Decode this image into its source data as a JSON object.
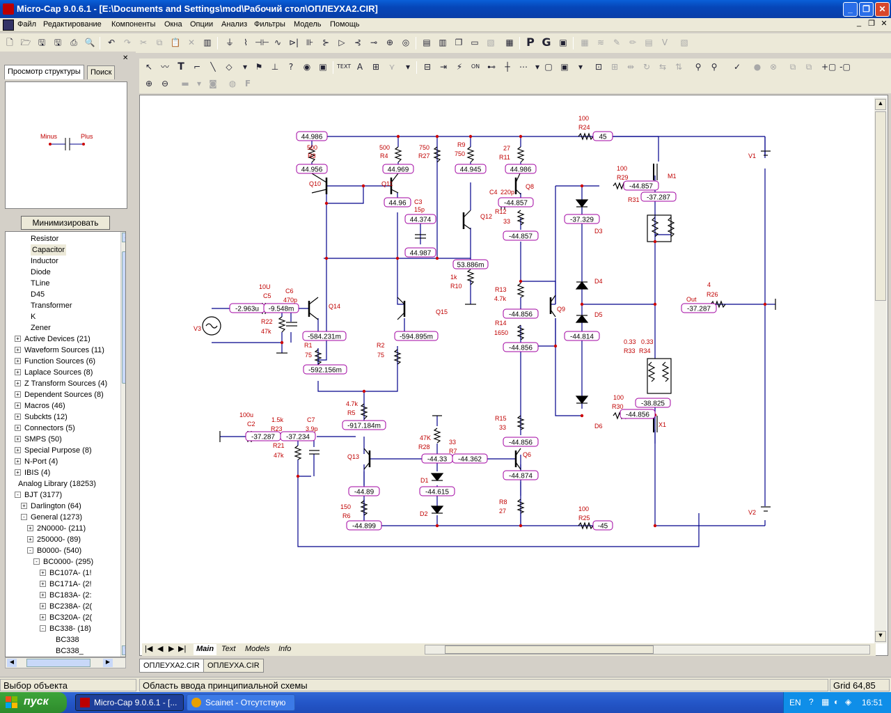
{
  "window": {
    "title": "Micro-Cap 9.0.6.1 - [E:\\Documents and Settings\\mod\\Рабочий стол\\ОПЛЕУХА2.CIR]",
    "min": "_",
    "max": "❐",
    "close": "✕"
  },
  "menu": [
    "Файл",
    "Редактирование",
    "Компоненты",
    "Окна",
    "Опции",
    "Анализ",
    "Фильтры",
    "Модель",
    "Помощь"
  ],
  "mdi": {
    "min": "_",
    "restore": "❐",
    "close": "✕"
  },
  "panel": {
    "tabs": [
      "Просмотр структуры",
      "Поиск"
    ],
    "close": "✕",
    "preview": {
      "minus": "Minus",
      "plus": "Plus"
    },
    "minimize_button": "Минимизировать"
  },
  "tree": [
    {
      "label": "Resistor",
      "level": 2,
      "expander": ""
    },
    {
      "label": "Capacitor",
      "level": 2,
      "expander": "",
      "selected": true
    },
    {
      "label": "Inductor",
      "level": 2,
      "expander": ""
    },
    {
      "label": "Diode",
      "level": 2,
      "expander": ""
    },
    {
      "label": "TLine",
      "level": 2,
      "expander": ""
    },
    {
      "label": "D45",
      "level": 2,
      "expander": ""
    },
    {
      "label": "Transformer",
      "level": 2,
      "expander": ""
    },
    {
      "label": "K",
      "level": 2,
      "expander": ""
    },
    {
      "label": "Zener",
      "level": 2,
      "expander": ""
    },
    {
      "label": "Active Devices (21)",
      "level": 1,
      "expander": "+"
    },
    {
      "label": "Waveform Sources (11)",
      "level": 1,
      "expander": "+"
    },
    {
      "label": "Function Sources (6)",
      "level": 1,
      "expander": "+"
    },
    {
      "label": "Laplace Sources (8)",
      "level": 1,
      "expander": "+"
    },
    {
      "label": "Z Transform Sources (4)",
      "level": 1,
      "expander": "+"
    },
    {
      "label": "Dependent Sources (8)",
      "level": 1,
      "expander": "+"
    },
    {
      "label": "Macros (46)",
      "level": 1,
      "expander": "+"
    },
    {
      "label": "Subckts (12)",
      "level": 1,
      "expander": "+"
    },
    {
      "label": "Connectors (5)",
      "level": 1,
      "expander": "+"
    },
    {
      "label": "SMPS (50)",
      "level": 1,
      "expander": "+"
    },
    {
      "label": "Special Purpose (8)",
      "level": 1,
      "expander": "+"
    },
    {
      "label": "N-Port (4)",
      "level": 1,
      "expander": "+"
    },
    {
      "label": "IBIS (4)",
      "level": 1,
      "expander": "+"
    },
    {
      "label": "Analog Library (18253)",
      "level": 0,
      "expander": ""
    },
    {
      "label": "BJT (3177)",
      "level": 1,
      "expander": "-"
    },
    {
      "label": "Darlington (64)",
      "level": 2,
      "expander": "+"
    },
    {
      "label": "General (1273)",
      "level": 2,
      "expander": "-"
    },
    {
      "label": "2N0000- (211)",
      "level": 3,
      "expander": "+"
    },
    {
      "label": "250000- (89)",
      "level": 3,
      "expander": "+"
    },
    {
      "label": "B0000- (540)",
      "level": 3,
      "expander": "-"
    },
    {
      "label": "BC0000- (295)",
      "level": 4,
      "expander": "-"
    },
    {
      "label": "BC107A- (1!",
      "level": 5,
      "expander": "+"
    },
    {
      "label": "BC171A- (2!",
      "level": 5,
      "expander": "+"
    },
    {
      "label": "BC183A- (2:",
      "level": 5,
      "expander": "+"
    },
    {
      "label": "BC238A- (2(",
      "level": 5,
      "expander": "+"
    },
    {
      "label": "BC320A- (2(",
      "level": 5,
      "expander": "+"
    },
    {
      "label": "BC338- (18)",
      "level": 5,
      "expander": "-"
    },
    {
      "label": "BC338",
      "level": 6,
      "expander": ""
    },
    {
      "label": "BC338_",
      "level": 6,
      "expander": ""
    }
  ],
  "schematic": {
    "nodes": [
      "44.986",
      "44.956",
      "44.969",
      "44.945",
      "44.986",
      "-44.857",
      "-37.287",
      "-44.857",
      "44.96",
      "44.374",
      "44.987",
      "53.886m",
      "-44.857",
      "-37.329",
      "-2.963u",
      "-9.548m",
      "-44.856",
      "-37.287",
      "-584.231m",
      "-594.895m",
      "-44.814",
      "-44.856",
      "-592.156m",
      "-38.825",
      "-44.856",
      "-917.184m",
      "-37.287",
      "-37.234",
      "-44.856",
      "-44.33",
      "-44.362",
      "-44.874",
      "-44.89",
      "-44.615",
      "-44.899",
      "45",
      "-45"
    ],
    "labels": [
      "100",
      "R24",
      "500",
      "R3",
      "500",
      "R4",
      "750",
      "R27",
      "R9",
      "750",
      "27",
      "R11",
      "Q10",
      "Q11",
      "C4",
      "220p",
      "Q8",
      "100",
      "R29",
      "M1",
      "R31",
      "C3",
      "15p",
      "Q12",
      "R12",
      "33",
      "D3",
      "1k",
      "R10",
      "D4",
      "10U",
      "C5",
      "C6",
      "470p",
      "Q14",
      "Q15",
      "R13",
      "4.7k",
      "Q9",
      "D5",
      "Out",
      "4",
      "R26",
      "R22",
      "47k",
      "V3",
      "R14",
      "1650",
      "0.33",
      "0.33",
      "R33",
      "R34",
      "R1",
      "75",
      "R2",
      "75",
      "4.7k",
      "R5",
      "100",
      "R30",
      "D6",
      "X1",
      "100u",
      "C2",
      "1.5k",
      "R23",
      "C7",
      "3.9p",
      "R21",
      "47k",
      "47K",
      "R28",
      "33",
      "R7",
      "R15",
      "33",
      "Q13",
      "Q6",
      "D1",
      "R8",
      "27",
      "150",
      "R6",
      "D2",
      "100",
      "R25",
      "V1",
      "V2"
    ]
  },
  "bottom_tabs": [
    "Main",
    "Text",
    "Models",
    "Info"
  ],
  "doc_tabs": [
    "ОПЛЕУХА2.CIR",
    "ОПЛЕУХА.CIR"
  ],
  "status": {
    "left": "Выбор объекта",
    "middle": "Область ввода принципиальной схемы",
    "grid": "Grid 64,85"
  },
  "taskbar": {
    "start": "пуск",
    "tasks": [
      "Micro-Cap 9.0.6.1 - [...",
      "Scainet - Отсутствую"
    ],
    "lang": "EN",
    "time": "16:51"
  },
  "colors": {
    "titlebar": "#0a5fd8",
    "wire": "#00008b",
    "component": "#000000",
    "label": "#c00000",
    "node_box": "#a000a0",
    "junction": "#cc0000"
  }
}
